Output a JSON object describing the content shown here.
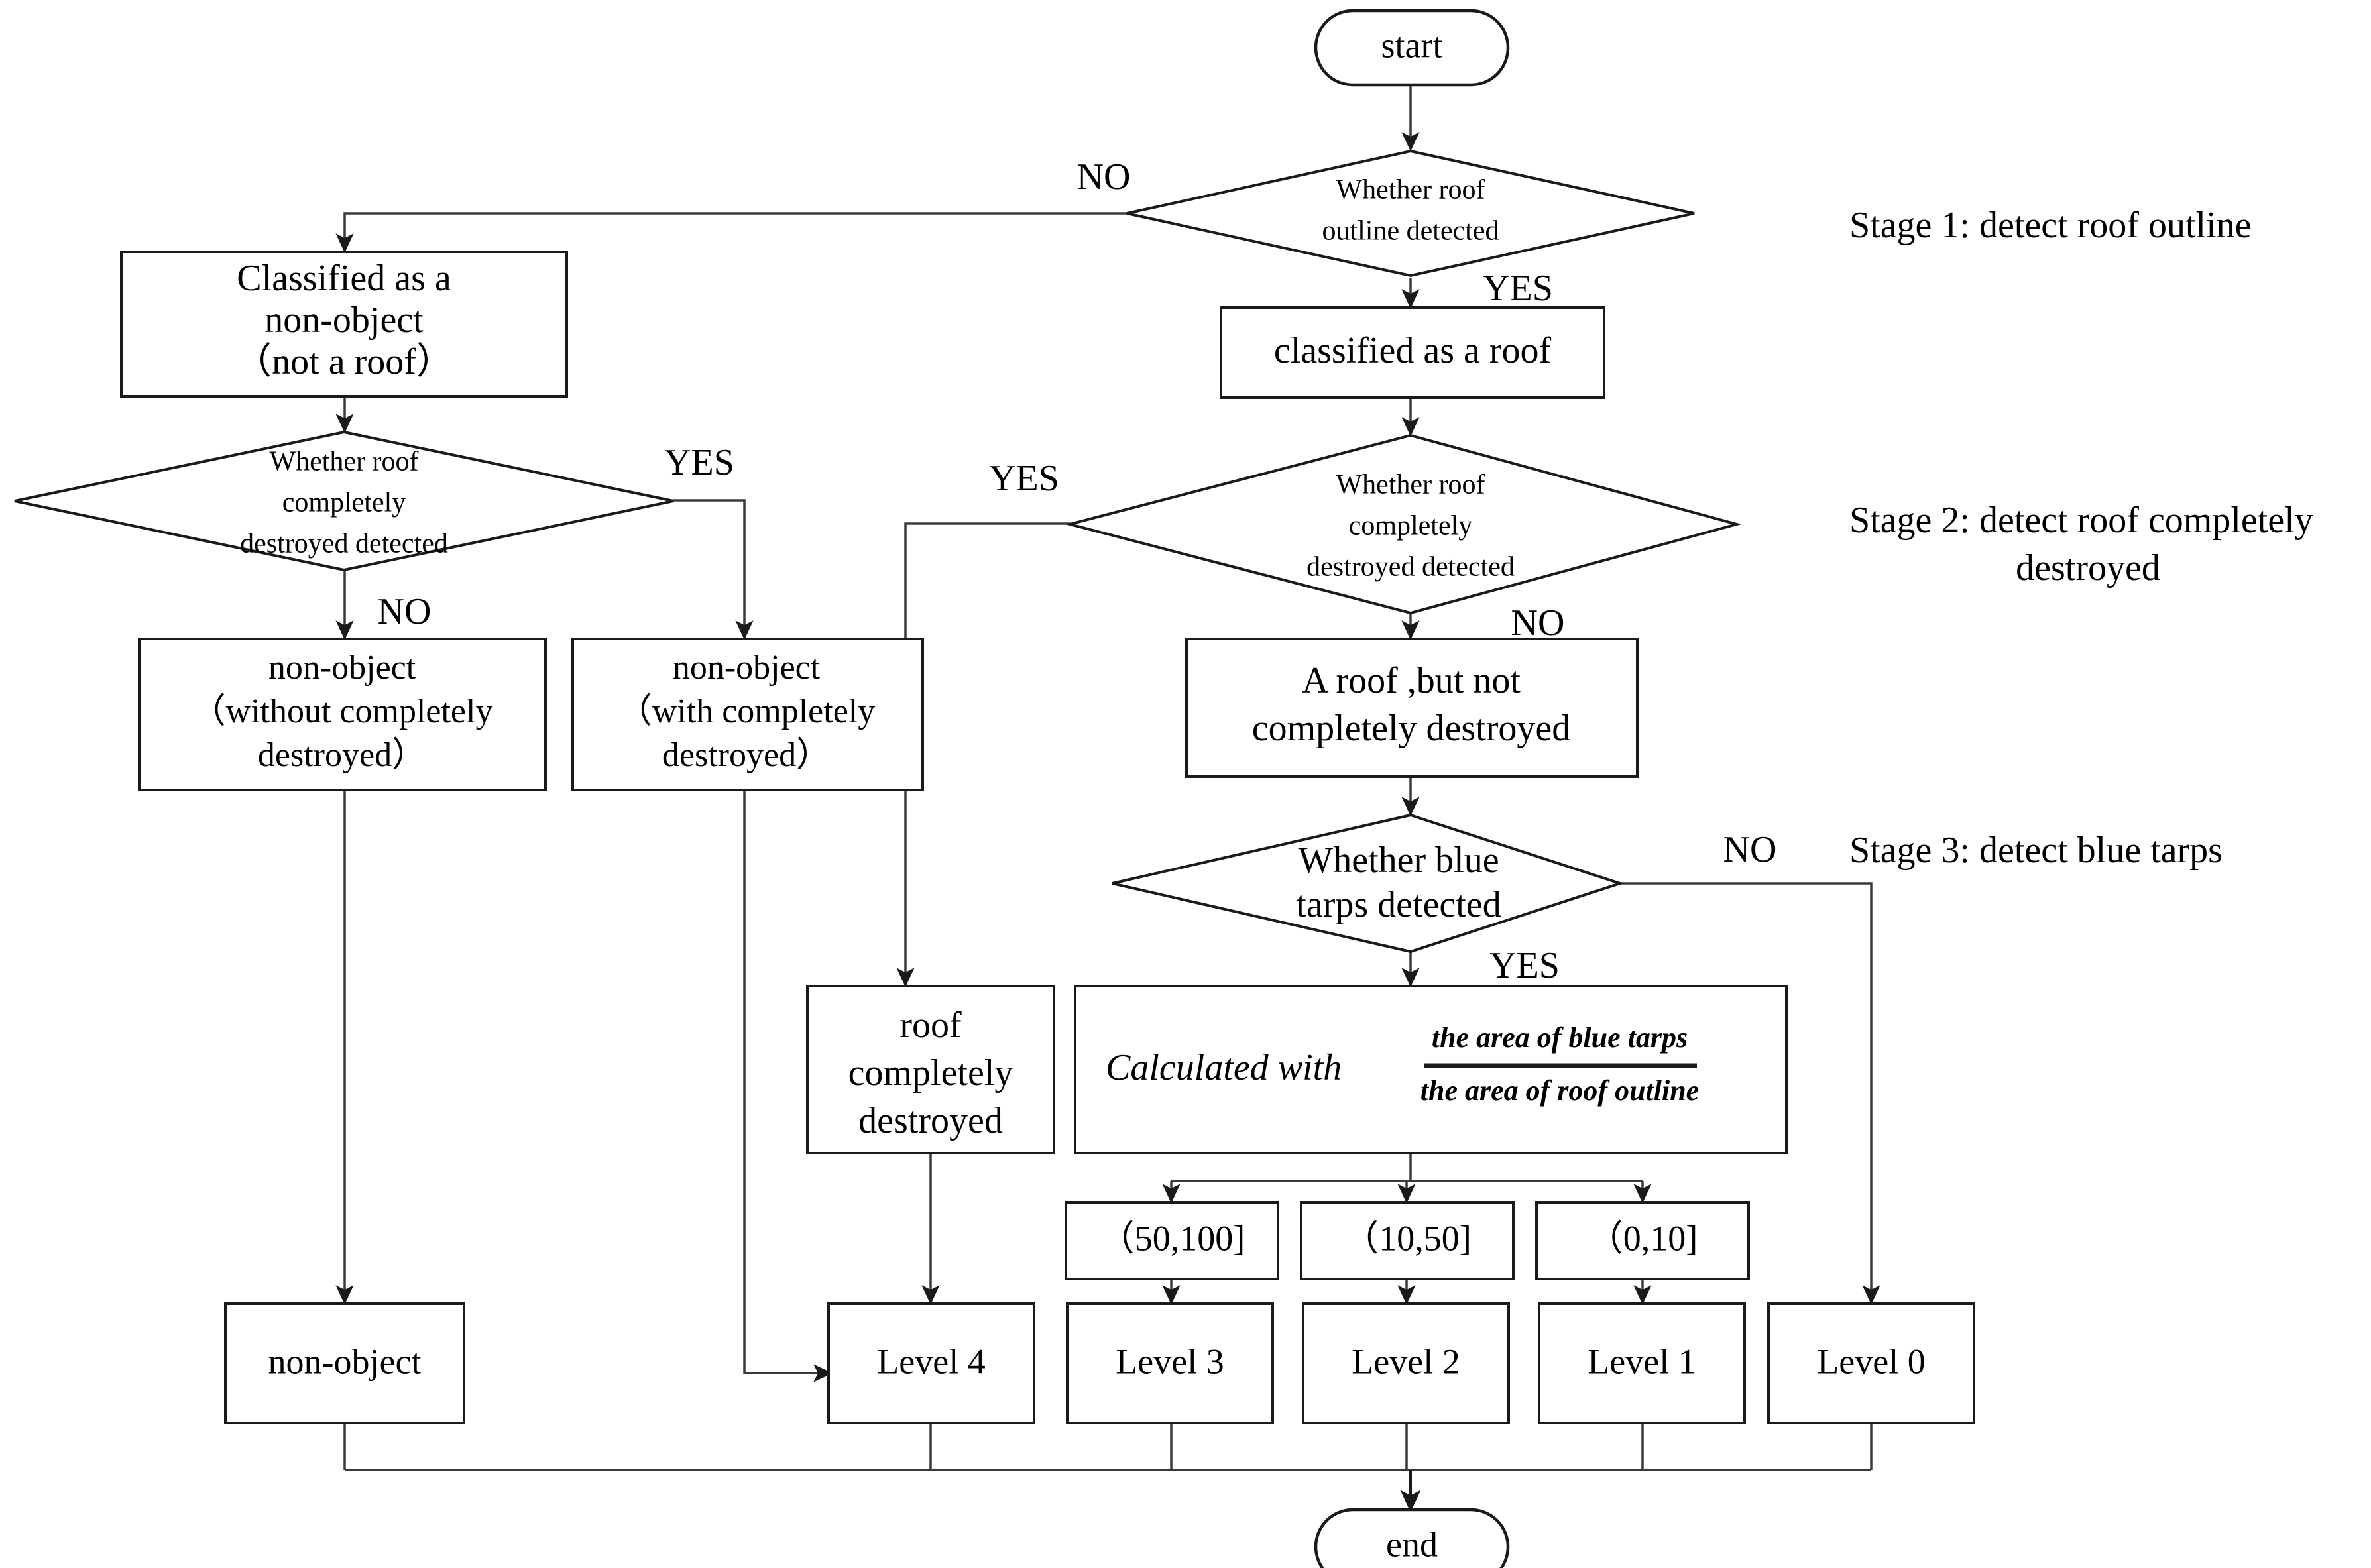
{
  "diagram": {
    "title": "Three-stage roof damage classification flowchart",
    "terminals": {
      "start": "start",
      "end": "end"
    },
    "decisions": [
      {
        "id": "d-roof-outline",
        "lines": [
          "Whether roof",
          "outline detected"
        ]
      },
      {
        "id": "d-left-destroyed",
        "lines": [
          "Whether roof",
          "completely",
          "destroyed detected"
        ]
      },
      {
        "id": "d-right-destroyed",
        "lines": [
          "Whether roof",
          "completely",
          "destroyed detected"
        ]
      },
      {
        "id": "d-blue-tarps",
        "lines": [
          "Whether blue",
          "tarps detected"
        ]
      }
    ],
    "processes": [
      {
        "id": "p-non-object-notroof",
        "lines": [
          "Classified as a",
          "non-object",
          "（not a roof）"
        ]
      },
      {
        "id": "p-classified-roof",
        "lines": [
          "classified as a roof"
        ]
      },
      {
        "id": "p-without-destroyed",
        "lines": [
          "non-object",
          "（without completely",
          "destroyed）"
        ]
      },
      {
        "id": "p-with-destroyed",
        "lines": [
          "non-object",
          "（with completely",
          "destroyed）"
        ]
      },
      {
        "id": "p-roof-not-destroyed",
        "lines": [
          "A roof ,but not",
          "completely destroyed"
        ]
      },
      {
        "id": "p-roof-destroyed",
        "lines": [
          "roof",
          "completely",
          "destroyed"
        ]
      }
    ],
    "formula": {
      "prefix": "Calculated with",
      "numerator": "the area of blue tarps",
      "denominator": "the area of roof outline"
    },
    "intervals": [
      "（50,100]",
      "（10,50]",
      "（0,10]"
    ],
    "levels": [
      "Level 4",
      "Level 3",
      "Level 2",
      "Level 1",
      "Level 0"
    ],
    "terminal_outputs": [
      "non-object"
    ],
    "edge_labels": {
      "no_outline": "NO",
      "yes_outline": "YES",
      "yes_left_destroyed": "YES",
      "no_left_destroyed": "NO",
      "yes_right_destroyed": "YES",
      "no_right_destroyed": "NO",
      "yes_tarps": "YES",
      "no_tarps": "NO"
    },
    "stages": [
      {
        "id": "stage-1",
        "lines": [
          "Stage 1: detect roof outline"
        ]
      },
      {
        "id": "stage-2",
        "lines": [
          "Stage 2: detect roof completely",
          "destroyed"
        ]
      },
      {
        "id": "stage-3",
        "lines": [
          "Stage 3: detect blue tarps"
        ]
      }
    ],
    "colors": {
      "background": "#ffffff",
      "stroke": "#1a1a1a",
      "edge": "#3a3a3a",
      "text": "#000000"
    }
  }
}
